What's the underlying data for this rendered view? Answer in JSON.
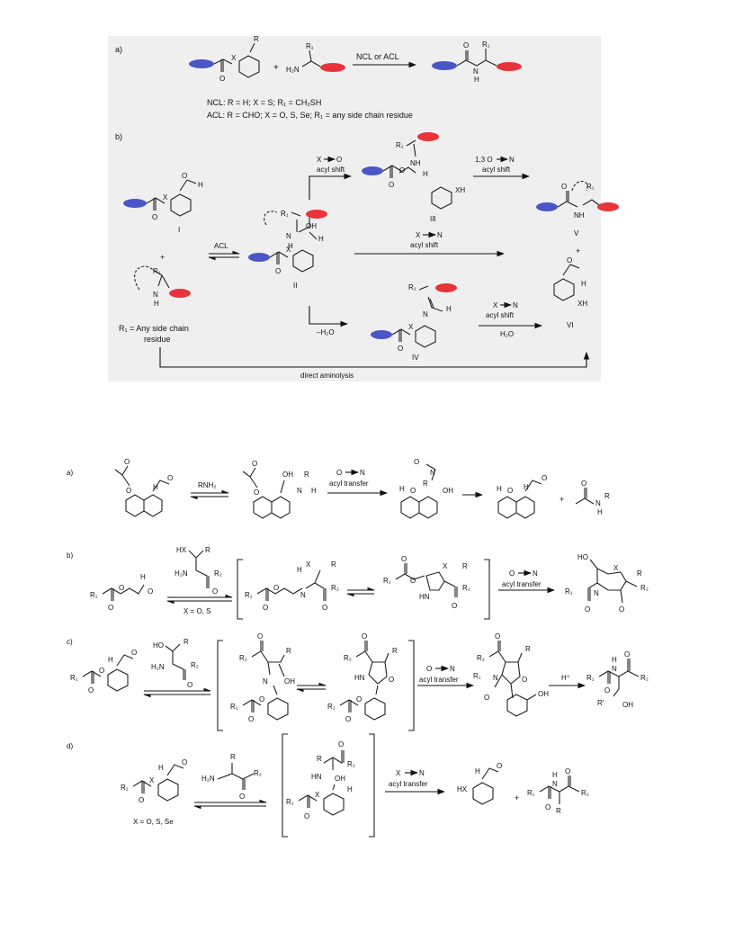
{
  "colors": {
    "blue_blob": "#4a55c8",
    "red_blob": "#e8333a",
    "panel_bg": "#efefef"
  },
  "scheme1": {
    "a": {
      "label": "a)",
      "reagent": "NCL or ACL",
      "sub_R": "R",
      "sub_X": "X",
      "sub_O": "O",
      "amine_R1": "R₁",
      "amine_H2N": "H₂N",
      "prod_O": "O",
      "prod_R1": "R₁",
      "prod_N": "N",
      "prod_H": "H",
      "plus": "+",
      "ncl_line": "NCL: R = H; X = S; R₁ = CH₂SH",
      "acl_line": "ACL: R = CHO; X = O, S, Se; R₁ = any side chain residue"
    },
    "b": {
      "label": "b)",
      "I": "I",
      "II": "II",
      "III": "III",
      "IV": "IV",
      "V": "V",
      "VI": "VI",
      "acl": "ACL",
      "x_o_shift_1": "X",
      "x_o_shift_2": "O",
      "x_o_shift_label": "acyl shift",
      "o_n_shift_1": "1,3 O",
      "o_n_shift_2": "N",
      "o_n_shift_label": "acyl shift",
      "x_n_shift_1": "X",
      "x_n_shift_2": "N",
      "x_n_shift_label": "acyl shift",
      "x_n_shift2_1": "X",
      "x_n_shift2_2": "N",
      "x_n_shift2_label": "acyl shift",
      "h2o": "H₂O",
      "minus_h2o": "–H₂O",
      "plus1": "+",
      "plus2": "+",
      "r1_note_1": "R₁ = Any side chain",
      "r1_note_2": "residue",
      "direct": "direct aminolysis",
      "atom_O": "O",
      "atom_H": "H",
      "atom_X": "X",
      "atom_N": "N",
      "atom_R1": "R₁",
      "atom_OH": "OH",
      "atom_NH": "NH",
      "atom_XH": "XH"
    }
  },
  "scheme2": {
    "a": {
      "label": "a)",
      "reagent": "RNH₂",
      "shift_1": "O",
      "shift_2": "N",
      "shift_label": "acyl transfer",
      "plus": "+",
      "atom_O": "O",
      "atom_H": "H",
      "atom_OH": "OH",
      "atom_N": "N",
      "atom_R": "R",
      "atom_H2": "H"
    },
    "b": {
      "label": "b)",
      "cond": "X = O, S",
      "shift_1": "O",
      "shift_2": "N",
      "shift_label": "acyl transfer",
      "atom_HX": "HX",
      "atom_R": "R",
      "atom_H2N": "H₂N",
      "atom_R1": "R₁",
      "atom_R2": "R₂",
      "atom_O": "O",
      "atom_H": "H",
      "atom_N": "N",
      "atom_X": "X",
      "atom_HN": "HN",
      "atom_HO": "HO"
    },
    "c": {
      "label": "c)",
      "shift_1": "O",
      "shift_2": "N",
      "shift_label": "acyl transfer",
      "hplus": "H⁺",
      "atom_HO": "HO",
      "atom_R": "R",
      "atom_H2N": "H₂N",
      "atom_R1": "R₁",
      "atom_R2": "R₂",
      "atom_O": "O",
      "atom_H": "H",
      "atom_N": "N",
      "atom_OH": "OH",
      "atom_HN": "HN",
      "atom_Rp": "R'"
    },
    "d": {
      "label": "d)",
      "cond": "X = O, S, Se",
      "shift_1": "X",
      "shift_2": "N",
      "shift_label": "acyl transfer",
      "plus": "+",
      "atom_R": "R",
      "atom_H2N": "H₂N",
      "atom_R1": "R₁",
      "atom_R2": "R₂",
      "atom_X": "X",
      "atom_O": "O",
      "atom_H": "H",
      "atom_OH": "OH",
      "atom_HN": "HN",
      "atom_HX": "HX",
      "atom_N": "N"
    }
  }
}
